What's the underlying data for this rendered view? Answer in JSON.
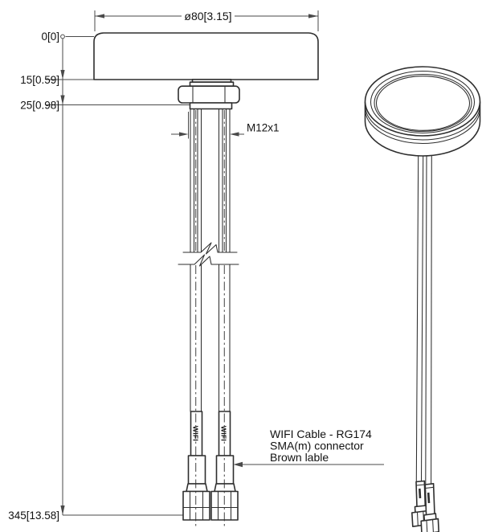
{
  "title": "Puck antenna technical drawing",
  "colors": {
    "line": "#2e2e2e",
    "dim": "#4a4a4a",
    "text": "#111111",
    "background": "#ffffff"
  },
  "dimensions": {
    "diameter_label": "ø80[3.15]",
    "datum_label": "0[0]",
    "disc_height_label": "15[0.59]",
    "mount_height_label": "25[0.98]",
    "overall_length_label": "345[13.58]",
    "thread_label": "M12x1"
  },
  "cables": {
    "left_sleeve_label": "WIFI",
    "right_sleeve_label": "WIFI"
  },
  "annotation": {
    "line1": "WIFI Cable - RG174",
    "line2": "SMA(m) connector",
    "line3": "Brown lable"
  }
}
